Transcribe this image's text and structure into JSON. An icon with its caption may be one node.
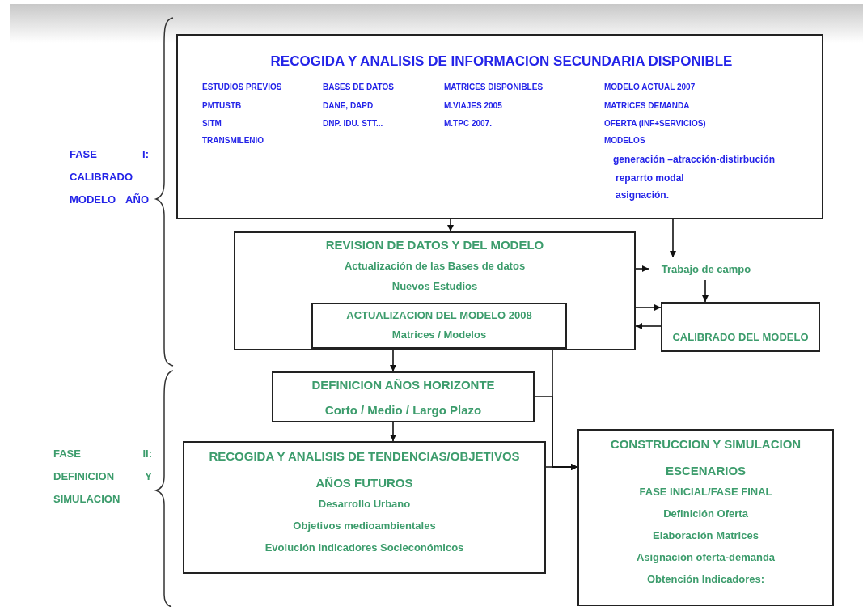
{
  "diagram": {
    "nodes": [
      {
        "text": [
          "RECOGIDA Y ANALISIS DE INFORMACION SECUNDARIA DISPONIBLE",
          "ESTUDIOS PREVIOS",
          "PMTUSTB",
          "SITM",
          "TRANSMILENIO",
          "BASES DE DATOS",
          "DANE, DAPD",
          "DNP. IDU. STT...",
          "MATRICES DISPONIBLES",
          "M.VIAJES 2005",
          "M.TPC 2007.",
          "MODELO ACTUAL 2007",
          "MATRICES DEMANDA",
          "OFERTA (INF+SERVICIOS)",
          "MODELOS",
          "generación –atracción-distirbución",
          "reparrto modal",
          "asignación."
        ]
      },
      {
        "text": [
          "REVISION DE DATOS Y DEL MODELO",
          "Actualización de las Bases de datos",
          "Nuevos Estudios"
        ]
      },
      {
        "text": [
          "ACTUALIZACION DEL MODELO 2008",
          "Matrices / Modelos"
        ],
        "in": 1
      },
      {
        "text": [
          "Trabajo de campo"
        ]
      },
      {
        "text": [
          "CALIBRADO DEL MODELO"
        ]
      },
      {
        "text": [
          "DEFINICION AÑOS HORIZONTE",
          "Corto / Medio / Largo Plazo"
        ]
      },
      {
        "text": [
          "RECOGIDA Y ANALISIS DE TENDENCIAS/OBJETIVOS AÑOS FUTUROS",
          "Desarrollo Urbano",
          "Objetivos medioambientales",
          "Evolución Indicadores Socieconómicos"
        ]
      },
      {
        "text": [
          "CONSTRUCCION Y SIMULACION ESCENARIOS",
          "FASE INICIAL/FASE FINAL",
          "Definición Oferta",
          "Elaboración Matrices",
          "Asignación oferta-demanda",
          "Obtención Indicadores:"
        ]
      }
    ],
    "edges": [
      {
        "from": 0,
        "to": 1,
        "arrow": "to"
      },
      {
        "from": 0,
        "to": 3,
        "arrow": "to"
      },
      {
        "from": 1,
        "to": 3,
        "arrow": "to"
      },
      {
        "from": 3,
        "to": 4,
        "arrow": "to"
      },
      {
        "from": 1,
        "to": 4,
        "arrow": "to"
      },
      {
        "from": 4,
        "to": 1,
        "arrow": "to"
      },
      {
        "from": 1,
        "to": 5,
        "arrow": "to"
      },
      {
        "from": 5,
        "to": 6,
        "arrow": "to"
      },
      {
        "from": 2,
        "to": 7,
        "arrow": "to"
      },
      {
        "from": 5,
        "to": 7,
        "arrow": "to"
      },
      {
        "from": 6,
        "to": 7,
        "arrow": "to"
      }
    ],
    "labels": [
      "FASE I: CALIBRADO MODELO AÑO",
      "FASE II: DEFINICION Y SIMULACION"
    ]
  }
}
